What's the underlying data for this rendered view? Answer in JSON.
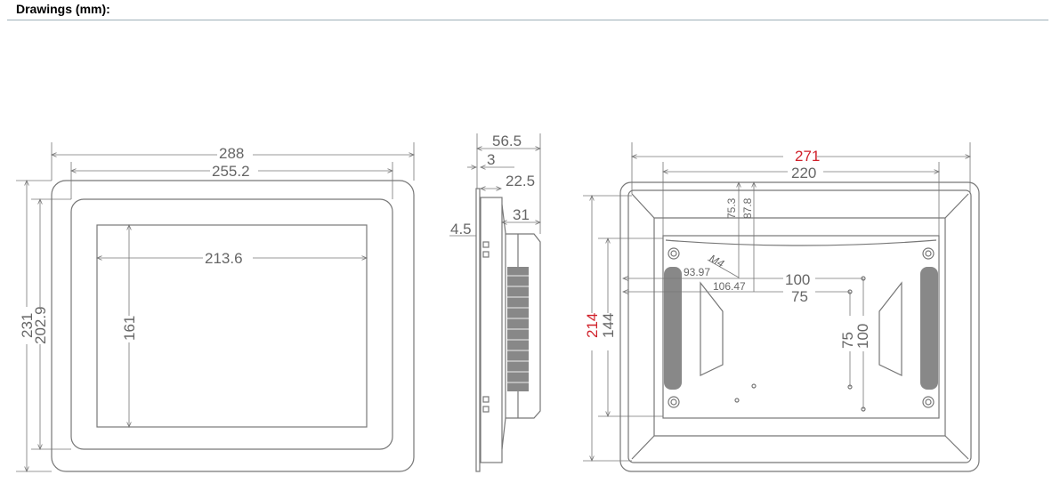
{
  "header": {
    "title": "Drawings (mm):"
  },
  "front": {
    "width_outer": "288",
    "width_bezel": "255.2",
    "width_screen": "213.6",
    "height_screen": "161",
    "height_outer": "231",
    "height_bezel": "202.9"
  },
  "side": {
    "depth_total": "56.5",
    "plate": "3",
    "body": "22.5",
    "back": "31",
    "offset": "4.5"
  },
  "back": {
    "width_cutout": "271",
    "width_plate": "220",
    "height_cutout": "214",
    "height_plate": "144",
    "vesa_100_h": "100",
    "vesa_75_h": "75",
    "vesa_75_v": "75",
    "vesa_100_v": "100",
    "top_75": "75.3",
    "top_100": "87.8",
    "screw": "M4",
    "left_100": "93.97",
    "left_75": "106.47"
  },
  "colors": {
    "line": "#777777",
    "highlight": "#d0202a"
  }
}
